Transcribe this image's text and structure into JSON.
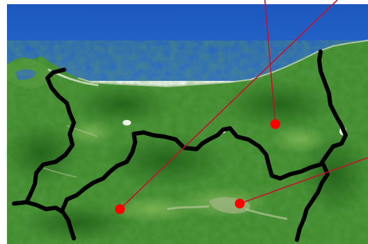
{
  "map": {
    "kind": "satellite-relief",
    "colors": {
      "sea": "#1f5fc4",
      "sea_deep": "#174fae",
      "land": "#3f8f2c",
      "land_dark": "#2e7121",
      "land_light": "#6aa94a",
      "urban": "#a9b88a",
      "coast": "#d9e3d2",
      "border": "#000000",
      "leader_line": "#c8102e",
      "marker": "#ff0000"
    },
    "icons": {
      "marker": "red-dot-marker"
    },
    "marker_count": 3,
    "leader_line_count": 3
  }
}
